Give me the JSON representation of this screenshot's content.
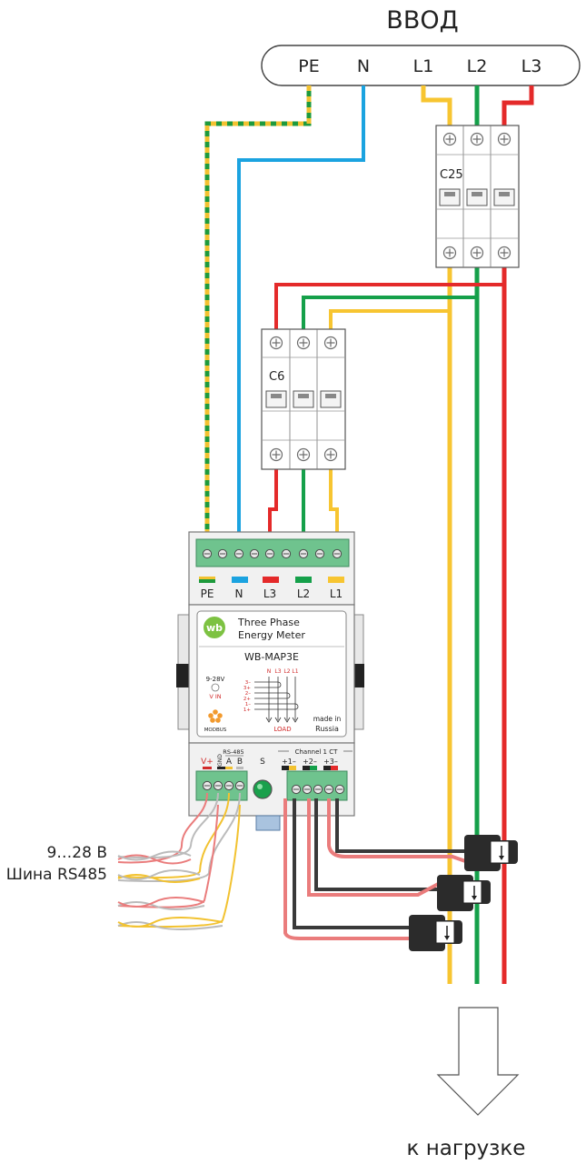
{
  "title": "ВВОД",
  "input_terminals": [
    "PE",
    "N",
    "L1",
    "L2",
    "L3"
  ],
  "breaker_main": "C25",
  "breaker_meter": "C6",
  "meter_terminals": [
    "PE",
    "N",
    "L3",
    "L2",
    "L1"
  ],
  "meter": {
    "line1": "Three Phase",
    "line2": "Energy Meter",
    "model": "WB-MAP3E",
    "logo": "wb",
    "vin_top": "9-28V",
    "vin_bottom": "V IN",
    "modbus": "MODBUS",
    "made_in_1": "made in",
    "made_in_2": "Russia",
    "load": "LOAD",
    "phase_labels": [
      "N",
      "L3",
      "L2",
      "L1"
    ],
    "ct_pins": [
      "3–",
      "3+",
      "2–",
      "2+",
      "1–",
      "1+"
    ]
  },
  "bottom_labels": {
    "v_plus": "V+",
    "gnd": "GND",
    "rs485": "RS-485",
    "a": "A",
    "b": "B",
    "s": "S",
    "channel": "Channel 1 CT",
    "ct1": "+1–",
    "ct2": "+2–",
    "ct3": "+3–"
  },
  "side_label_1": "9…28  В",
  "side_label_2": "Шина RS485",
  "output_label": "к нагрузке",
  "colors": {
    "pe_green": "#1e9a3c",
    "pe_yellow": "#f2c230",
    "n": "#1ba3e0",
    "l1": "#f7c531",
    "l2": "#15a04a",
    "l3": "#e42a2a",
    "terminal": "#63c08a",
    "ct_black": "#3a3a3a",
    "ct_pink": "#ea7c7c"
  }
}
